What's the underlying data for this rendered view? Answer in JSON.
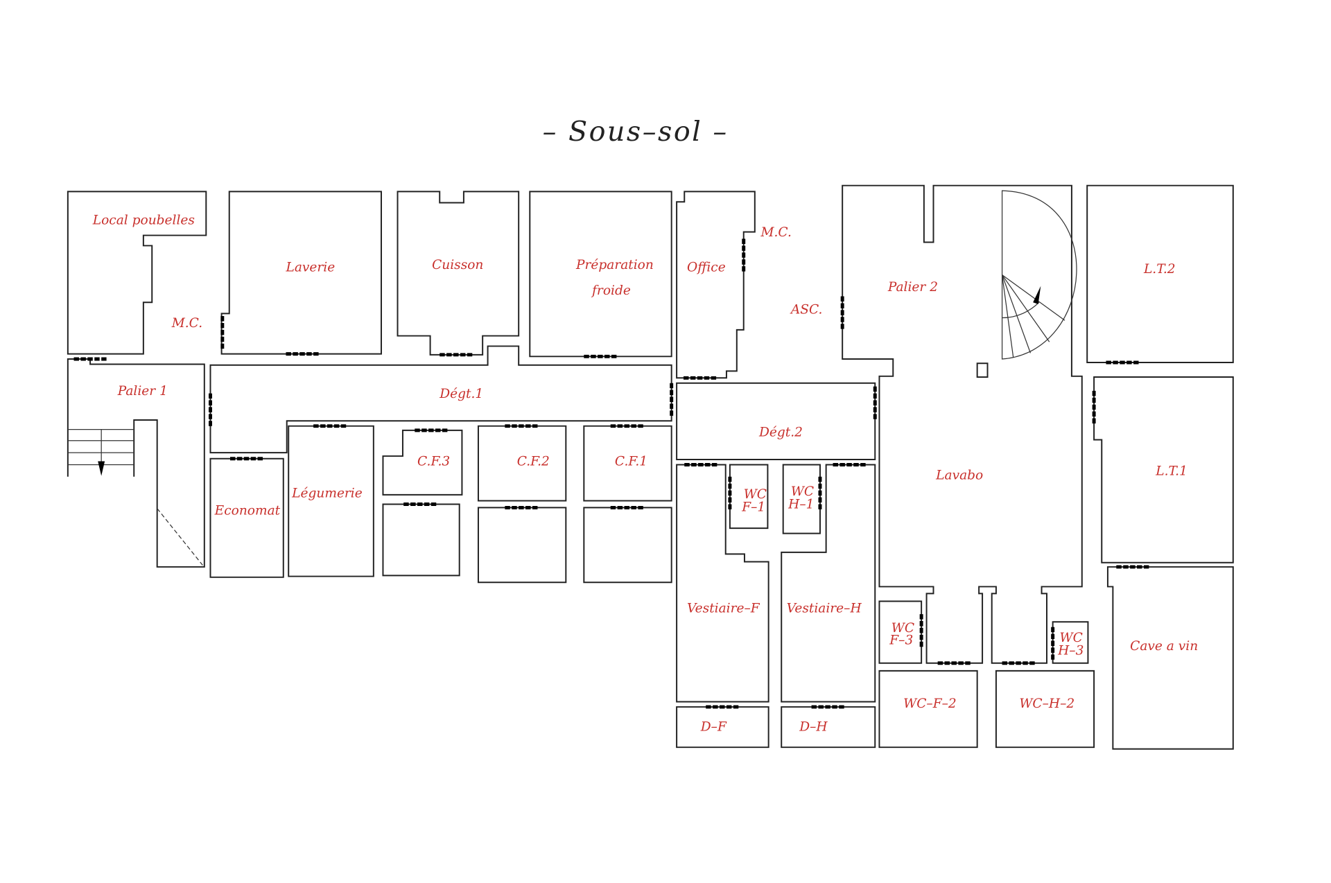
{
  "title": "– Sous–sol –",
  "label_color": "#c8302c",
  "rooms": {
    "local_poubelles": "Local poubelles",
    "mc1": "M.C.",
    "laverie": "Laverie",
    "cuisson": "Cuisson",
    "preparation_1": "Préparation",
    "preparation_2": "froide",
    "office": "Office",
    "mc2": "M.C.",
    "asc": "ASC.",
    "palier2": "Palier  2",
    "lt2": "L.T.2",
    "palier1": "Palier  1",
    "degt1": "Dégt.1",
    "degt2": "Dégt.2",
    "lavabo": "Lavabo",
    "lt1": "L.T.1",
    "economat": "Economat",
    "legumerie": "Légumerie",
    "cf3": "C.F.3",
    "cf2": "C.F.2",
    "cf1": "C.F.1",
    "wc_f1_a": "WC",
    "wc_f1_b": "F–1",
    "wc_h1_a": "WC",
    "wc_h1_b": "H–1",
    "vestiaire_f": "Vestiaire–F",
    "vestiaire_h": "Vestiaire–H",
    "wc_f3_a": "WC",
    "wc_f3_b": "F–3",
    "wc_h3_a": "WC",
    "wc_h3_b": "H–3",
    "cave": "Cave  a  vin",
    "df": "D–F",
    "dh": "D–H",
    "wc_f2": "WC–F–2",
    "wc_h2": "WC–H–2"
  }
}
